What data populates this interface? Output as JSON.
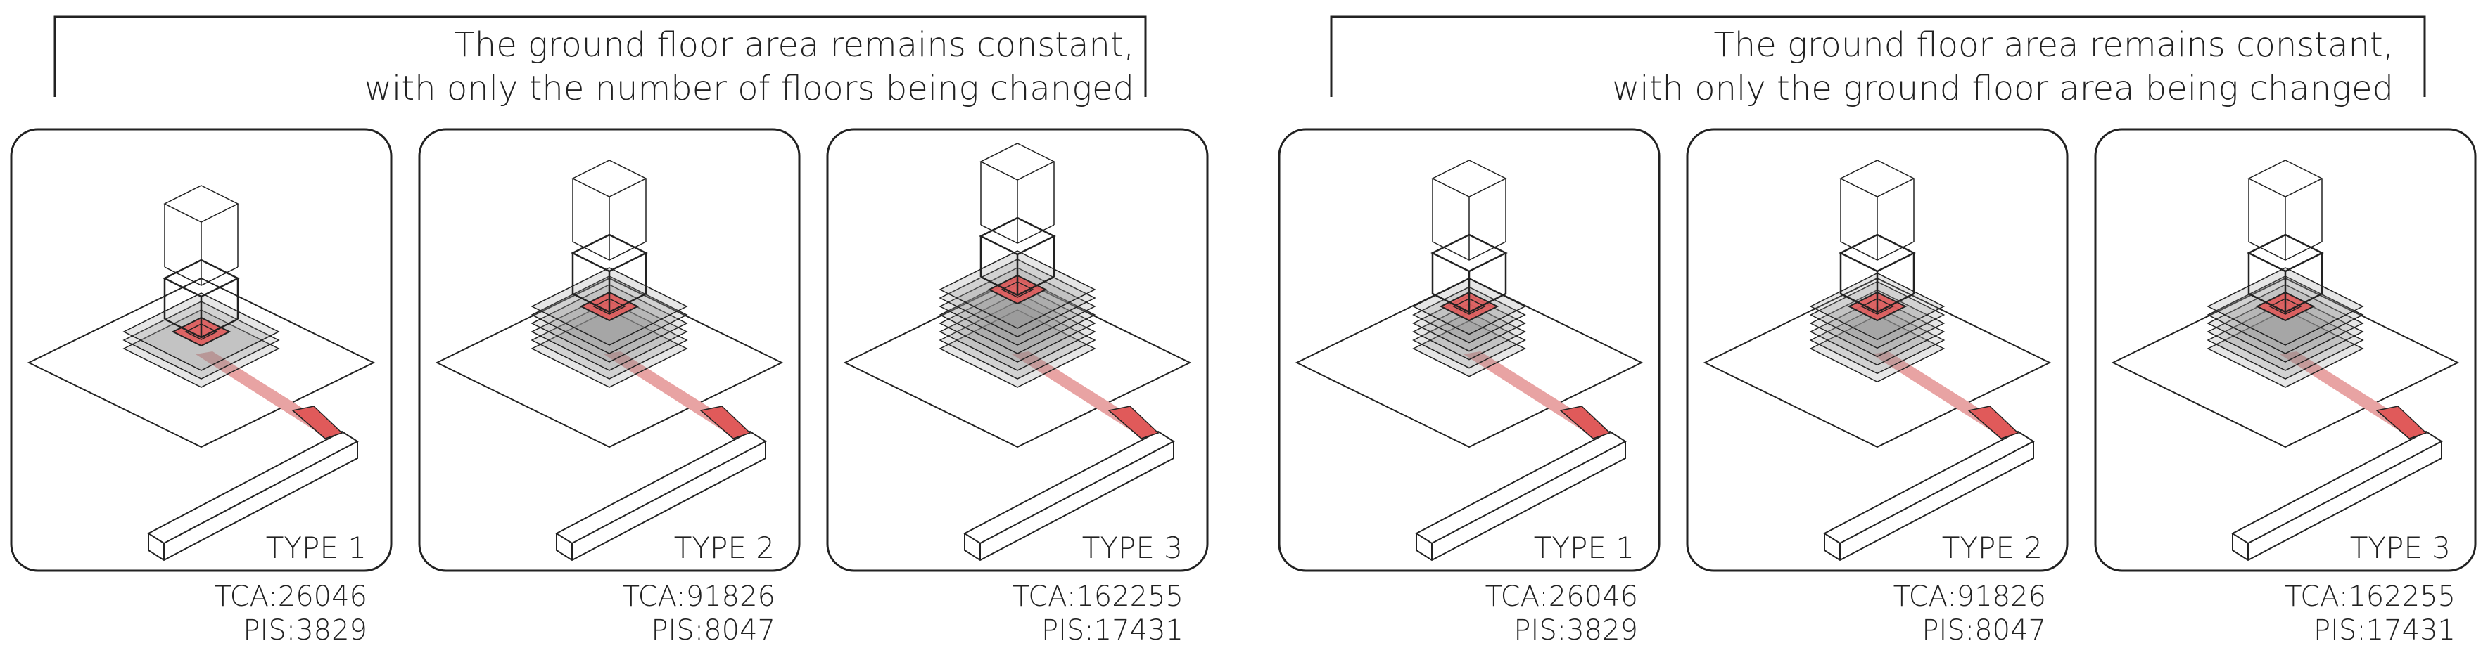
{
  "groups": [
    {
      "header_line1": "The ground floor area remains constant,",
      "header_line2": "with only the number of floors being changed",
      "variation": "floors",
      "panels": [
        {
          "label": "TYPE 1",
          "tca": "TCA:26046",
          "pis": "PIS:3829",
          "floors": 3
        },
        {
          "label": "TYPE 2",
          "tca": "TCA:91826",
          "pis": "PIS:8047",
          "floors": 6
        },
        {
          "label": "TYPE 3",
          "tca": "TCA:162255",
          "pis": "PIS:17431",
          "floors": 8
        }
      ]
    },
    {
      "header_line1": "The ground floor area remains constant,",
      "header_line2": "with only the ground floor area being changed",
      "variation": "area",
      "panels": [
        {
          "label": "TYPE 1",
          "tca": "TCA:26046",
          "pis": "PIS:3829",
          "floors": 6
        },
        {
          "label": "TYPE 2",
          "tca": "TCA:91826",
          "pis": "PIS:8047",
          "floors": 6
        },
        {
          "label": "TYPE 3",
          "tca": "TCA:162255",
          "pis": "PIS:17431",
          "floors": 6
        }
      ]
    }
  ],
  "colors": {
    "accent_red": "#e05a5a",
    "corridor_red": "#e8a3a3",
    "slab_gray": "#8c8c8c",
    "line": "#222222"
  }
}
